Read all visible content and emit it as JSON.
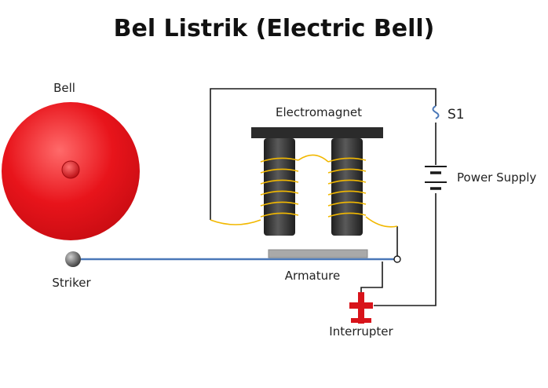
{
  "title": "Bel Listrik (Electric Bell)",
  "labels": {
    "bell": "Bell",
    "electromagnet": "Electromagnet",
    "switch": "S1",
    "power_supply": "Power Supply",
    "striker": "Striker",
    "armature": "Armature",
    "interrupter": "Interrupter"
  },
  "colors": {
    "bell_red": "#e8141b",
    "coil": "#f2b800",
    "core": "#3a3a3a",
    "wire": "#1a1a1a",
    "striker_rod": "#4a78b8",
    "armature": "#a9a9a9",
    "interrupter": "#d8141b",
    "switch": "#4a78b8"
  }
}
